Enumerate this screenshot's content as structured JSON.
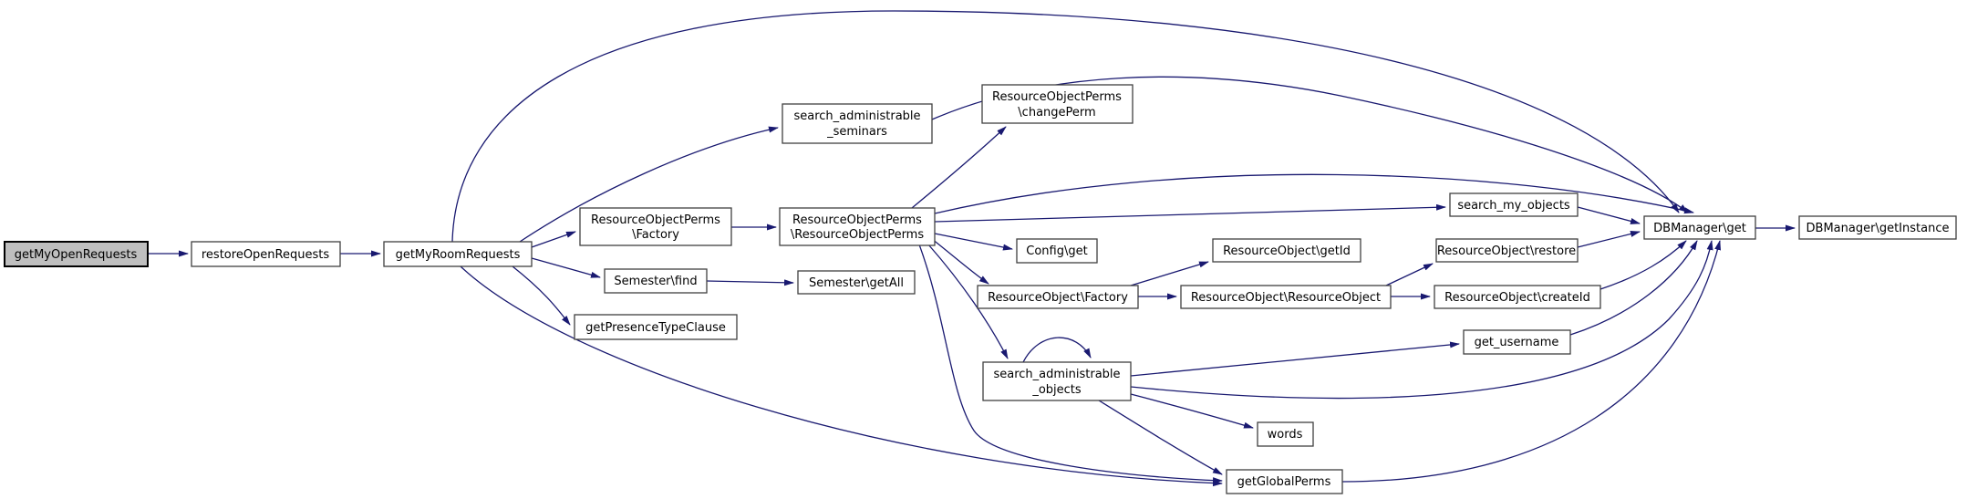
{
  "diagram": {
    "type": "call-graph",
    "colors": {
      "edge": "#191970",
      "node_fill": "#ffffff",
      "node_border": "#404040",
      "entry_fill": "#bfbfbf",
      "entry_border": "#000000",
      "text": "#000000"
    },
    "nodes": {
      "getMyOpenRequests": {
        "label": "getMyOpenRequests",
        "role": "entry"
      },
      "restoreOpenRequests": {
        "label": "restoreOpenRequests"
      },
      "getMyRoomRequests": {
        "label": "getMyRoomRequests"
      },
      "ropFactory": {
        "line1": "ResourceObjectPerms",
        "line2": "\\Factory"
      },
      "semesterFind": {
        "label": "Semester\\find"
      },
      "getPresenceTypeClause": {
        "label": "getPresenceTypeClause"
      },
      "searchAdministrableSeminars": {
        "line1": "search_administrable",
        "line2": "_seminars"
      },
      "ropChangePerm": {
        "line1": "ResourceObjectPerms",
        "line2": "\\changePerm"
      },
      "ropRop": {
        "line1": "ResourceObjectPerms",
        "line2": "\\ResourceObjectPerms"
      },
      "configGet": {
        "label": "Config\\get"
      },
      "semesterGetAll": {
        "label": "Semester\\getAll"
      },
      "roFactory": {
        "label": "ResourceObject\\Factory"
      },
      "roRo": {
        "label": "ResourceObject\\ResourceObject"
      },
      "roGetId": {
        "label": "ResourceObject\\getId"
      },
      "roRestore": {
        "label": "ResourceObject\\restore"
      },
      "searchMyObjects": {
        "label": "search_my_objects"
      },
      "dbGet": {
        "label": "DBManager\\get"
      },
      "dbGetInstance": {
        "label": "DBManager\\getInstance"
      },
      "roCreateId": {
        "label": "ResourceObject\\createId"
      },
      "getUsername": {
        "label": "get_username"
      },
      "searchAdministrableObjects": {
        "line1": "search_administrable",
        "line2": "_objects"
      },
      "words": {
        "label": "words"
      },
      "getGlobalPerms": {
        "label": "getGlobalPerms"
      }
    },
    "edges": [
      {
        "from": "getMyOpenRequests",
        "to": "restoreOpenRequests"
      },
      {
        "from": "restoreOpenRequests",
        "to": "getMyRoomRequests"
      },
      {
        "from": "getMyRoomRequests",
        "to": "ropFactory"
      },
      {
        "from": "getMyRoomRequests",
        "to": "semesterFind"
      },
      {
        "from": "getMyRoomRequests",
        "to": "getPresenceTypeClause"
      },
      {
        "from": "getMyRoomRequests",
        "to": "searchAdministrableSeminars"
      },
      {
        "from": "getMyRoomRequests",
        "to": "dbGet"
      },
      {
        "from": "getMyRoomRequests",
        "to": "getGlobalPerms"
      },
      {
        "from": "ropFactory",
        "to": "ropRop"
      },
      {
        "from": "semesterFind",
        "to": "semesterGetAll"
      },
      {
        "from": "searchAdministrableSeminars",
        "to": "dbGet"
      },
      {
        "from": "ropRop",
        "to": "ropChangePerm"
      },
      {
        "from": "ropRop",
        "to": "dbGet"
      },
      {
        "from": "ropRop",
        "to": "searchMyObjects"
      },
      {
        "from": "ropRop",
        "to": "configGet"
      },
      {
        "from": "ropRop",
        "to": "roFactory"
      },
      {
        "from": "ropRop",
        "to": "searchAdministrableObjects"
      },
      {
        "from": "ropRop",
        "to": "getGlobalPerms"
      },
      {
        "from": "roFactory",
        "to": "roRo"
      },
      {
        "from": "roFactory",
        "to": "roGetId"
      },
      {
        "from": "roRo",
        "to": "roCreateId"
      },
      {
        "from": "roRo",
        "to": "roRestore"
      },
      {
        "from": "roRestore",
        "to": "dbGet"
      },
      {
        "from": "searchMyObjects",
        "to": "dbGet"
      },
      {
        "from": "roCreateId",
        "to": "dbGet"
      },
      {
        "from": "getUsername",
        "to": "dbGet"
      },
      {
        "from": "searchAdministrableObjects",
        "to": "searchAdministrableObjects"
      },
      {
        "from": "searchAdministrableObjects",
        "to": "getUsername"
      },
      {
        "from": "searchAdministrableObjects",
        "to": "dbGet"
      },
      {
        "from": "searchAdministrableObjects",
        "to": "words"
      },
      {
        "from": "searchAdministrableObjects",
        "to": "getGlobalPerms"
      },
      {
        "from": "getGlobalPerms",
        "to": "dbGet"
      },
      {
        "from": "dbGet",
        "to": "dbGetInstance"
      }
    ]
  }
}
